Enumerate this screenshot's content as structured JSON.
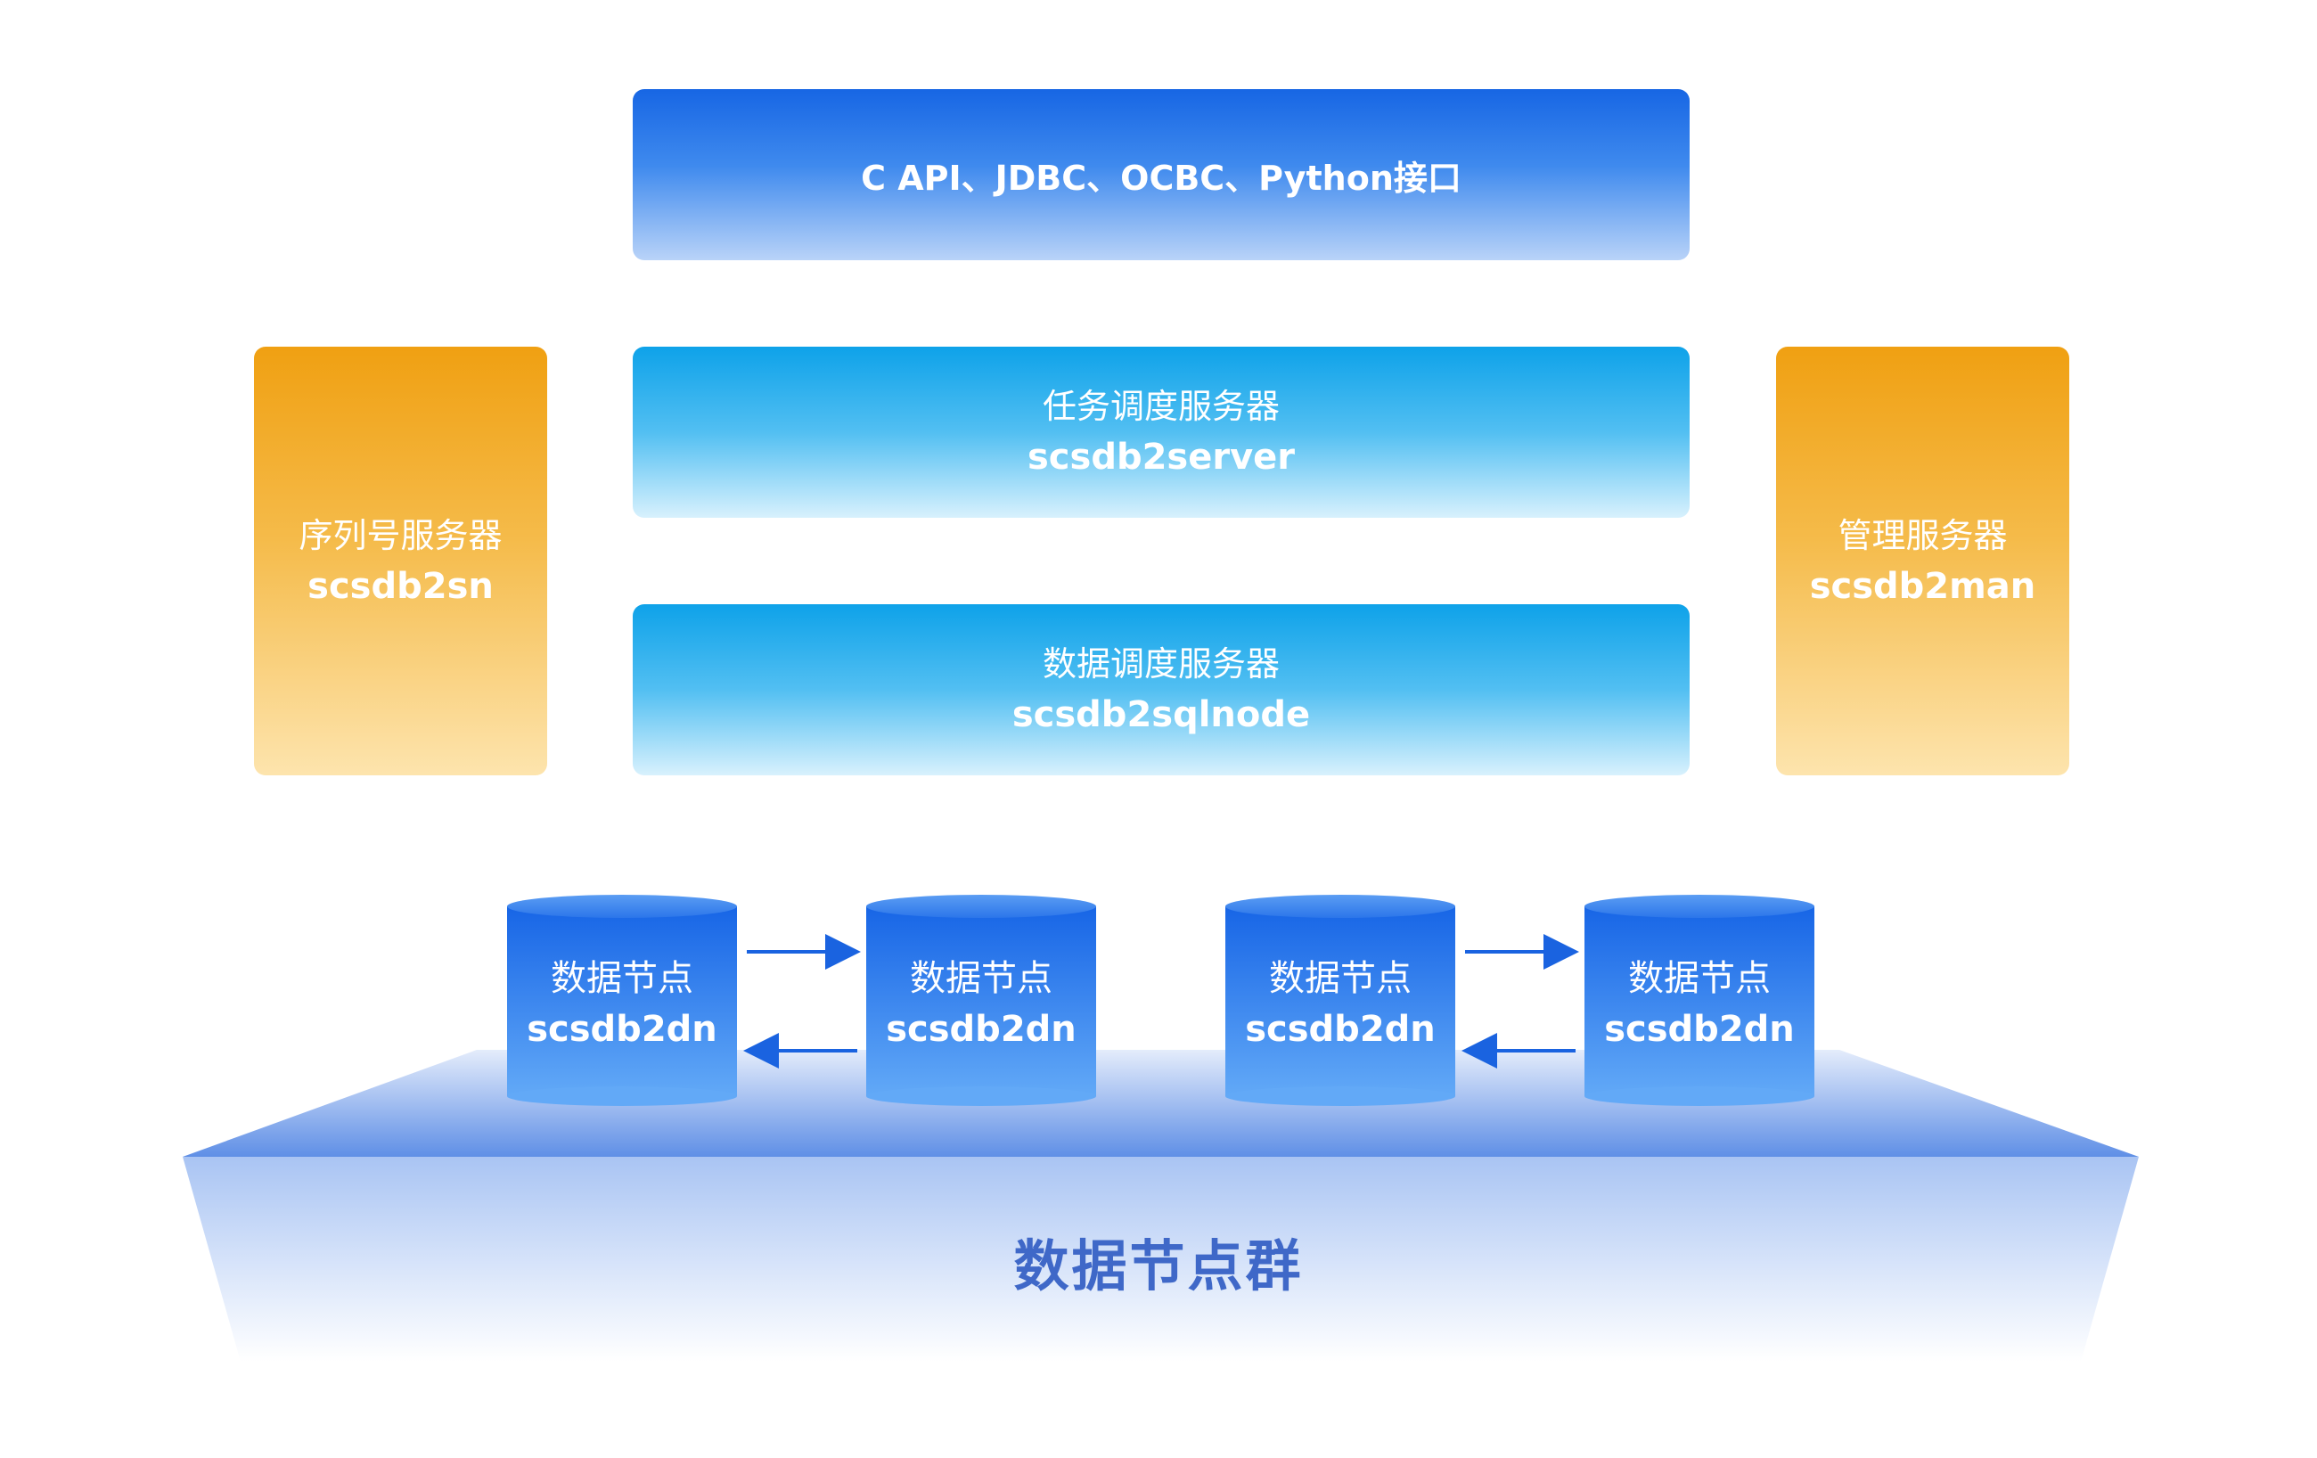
{
  "api_layer": {
    "label": "C API、JDBC、OCBC、Python接口"
  },
  "task_scheduler": {
    "title": "任务调度服务器",
    "name": "scsdb2server"
  },
  "data_scheduler": {
    "title": "数据调度服务器",
    "name": "scsdb2sqlnode"
  },
  "sequence_server": {
    "title": "序列号服务器",
    "name": "scsdb2sn"
  },
  "management_server": {
    "title": "管理服务器",
    "name": "scsdb2man"
  },
  "data_nodes": [
    {
      "title": "数据节点",
      "name": "scsdb2dn"
    },
    {
      "title": "数据节点",
      "name": "scsdb2dn"
    },
    {
      "title": "数据节点",
      "name": "scsdb2dn"
    },
    {
      "title": "数据节点",
      "name": "scsdb2dn"
    }
  ],
  "cluster": {
    "label": "数据节点群"
  },
  "colors": {
    "api_blue": "#1766e4",
    "scheduler_blue": "#0ea2e9",
    "server_orange": "#f0a012",
    "node_blue": "#1a6ae6",
    "arrow_blue": "#1a63e0",
    "cluster_text": "#3f68c8"
  }
}
